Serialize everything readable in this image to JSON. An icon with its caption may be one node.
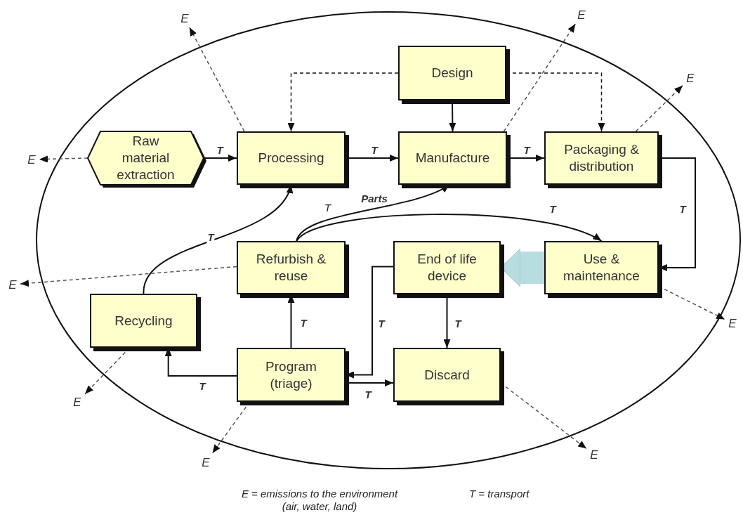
{
  "diagram": {
    "nodes": [
      {
        "text": [
          "Raw material extraction"
        ]
      },
      {
        "text": [
          "Processing"
        ]
      },
      {
        "text": [
          "Design"
        ]
      },
      {
        "text": [
          "Manufacture"
        ]
      },
      {
        "text": [
          "Packaging & distribution"
        ]
      },
      {
        "text": [
          "Refurbish & reuse"
        ]
      },
      {
        "text": [
          "End of life device"
        ]
      },
      {
        "text": [
          "Use & maintenance"
        ]
      },
      {
        "text": [
          "Recycling"
        ]
      },
      {
        "text": [
          "Program (triage)"
        ]
      },
      {
        "text": [
          "Discard"
        ]
      },
      {
        "text": [
          "E"
        ]
      },
      {
        "text": [
          "E"
        ]
      },
      {
        "text": [
          "E"
        ]
      },
      {
        "text": [
          "E"
        ]
      },
      {
        "text": [
          "E"
        ]
      },
      {
        "text": [
          "E"
        ]
      },
      {
        "text": [
          "E"
        ]
      },
      {
        "text": [
          "E"
        ]
      },
      {
        "text": [
          "E"
        ]
      }
    ],
    "edges": [
      {
        "from": 0,
        "to": 1,
        "arrow": "to",
        "label": "T"
      },
      {
        "from": 1,
        "to": 3,
        "arrow": "to",
        "label": "T"
      },
      {
        "from": 3,
        "to": 4,
        "arrow": "to",
        "label": "T"
      },
      {
        "from": 2,
        "to": 3,
        "arrow": "to"
      },
      {
        "from": 2,
        "to": 1,
        "arrow": "to",
        "style": "dashed"
      },
      {
        "from": 2,
        "to": 4,
        "arrow": "to",
        "style": "dashed"
      },
      {
        "from": 4,
        "to": 7,
        "arrow": "to",
        "label": "T"
      },
      {
        "from": 5,
        "to": 3,
        "arrow": "to",
        "label": "Parts"
      },
      {
        "from": 5,
        "to": 7,
        "arrow": "to",
        "label": "T"
      },
      {
        "from": 8,
        "to": 1,
        "arrow": "to",
        "label": "T"
      },
      {
        "from": 9,
        "to": 5,
        "arrow": "to",
        "label": "T"
      },
      {
        "from": 9,
        "to": 8,
        "arrow": "to",
        "label": "T"
      },
      {
        "from": 9,
        "to": 10,
        "arrow": "to",
        "label": "T"
      },
      {
        "from": 6,
        "to": 9,
        "arrow": "to",
        "label": "T"
      },
      {
        "from": 6,
        "to": 10,
        "arrow": "to",
        "label": "T"
      },
      {
        "from": 7,
        "to": 6,
        "arrow": "to",
        "style": "thick",
        "color": "#b7dde0"
      },
      {
        "from": 0,
        "to": 11,
        "arrow": "to",
        "style": "dashed",
        "color": "#555555"
      },
      {
        "from": 1,
        "to": 12,
        "arrow": "to",
        "style": "dashed",
        "color": "#555555"
      },
      {
        "from": 3,
        "to": 13,
        "arrow": "to",
        "style": "dashed",
        "color": "#555555"
      },
      {
        "from": 4,
        "to": 14,
        "arrow": "to",
        "style": "dashed",
        "color": "#555555"
      },
      {
        "from": 5,
        "to": 15,
        "arrow": "to",
        "style": "dashed",
        "color": "#555555"
      },
      {
        "from": 7,
        "to": 16,
        "arrow": "to",
        "style": "dashed",
        "color": "#555555"
      },
      {
        "from": 8,
        "to": 17,
        "arrow": "to",
        "style": "dashed",
        "color": "#555555"
      },
      {
        "from": 9,
        "to": 18,
        "arrow": "to",
        "style": "dashed",
        "color": "#555555"
      },
      {
        "from": 10,
        "to": 19,
        "arrow": "to",
        "style": "dashed",
        "color": "#555555"
      }
    ],
    "labels": [
      "T",
      "E = emissions to the environment (air, water, land)",
      "T = transport"
    ]
  }
}
